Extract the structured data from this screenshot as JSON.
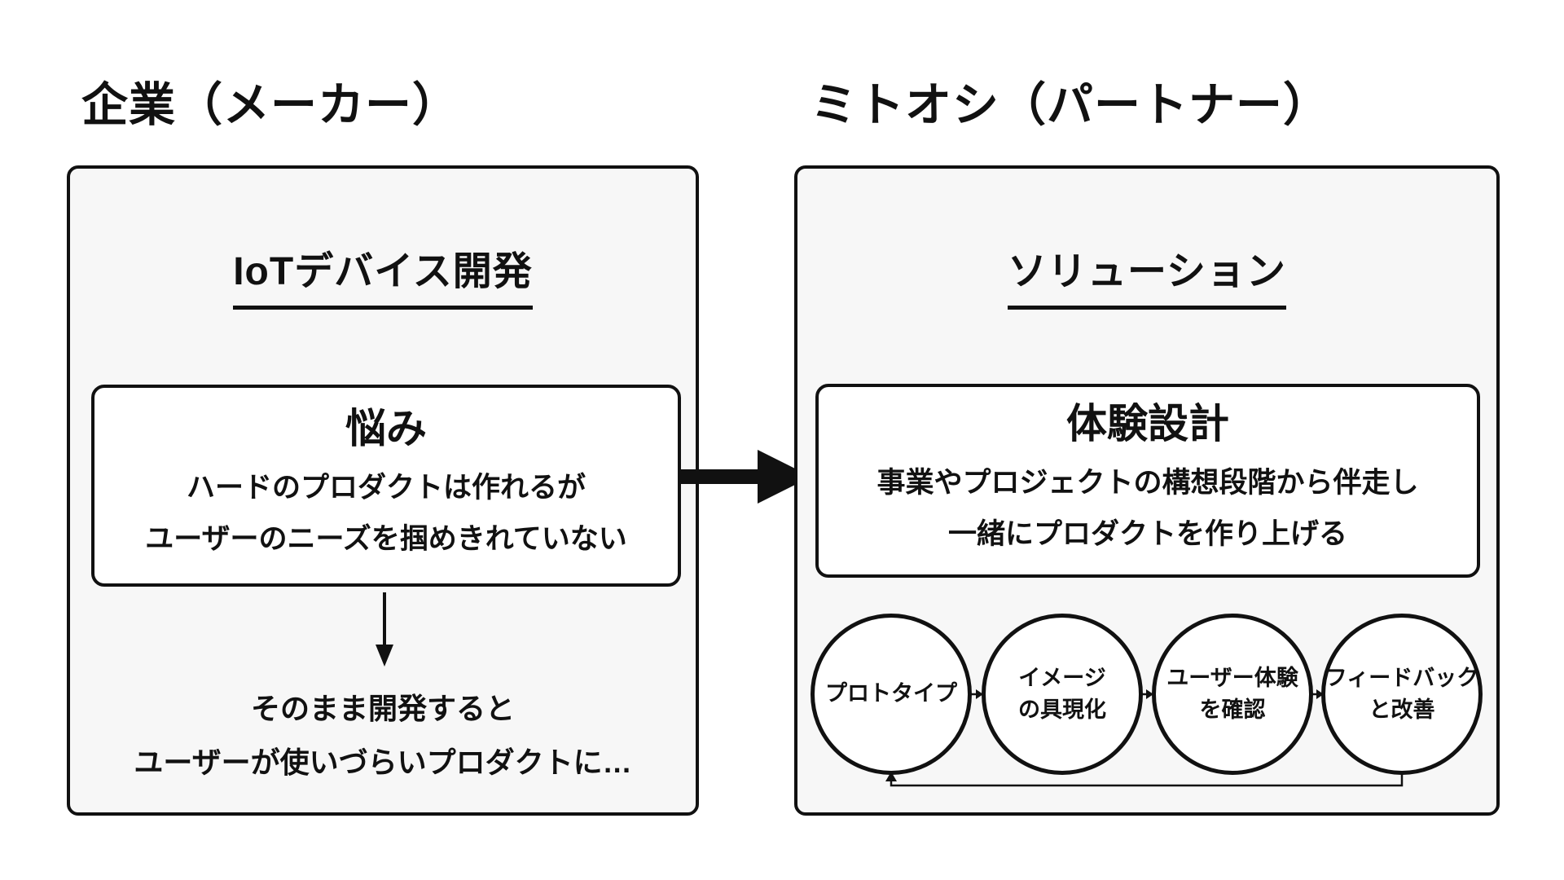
{
  "colors": {
    "ink": "#111111",
    "panel_bg": "#f7f7f7",
    "card_bg": "#ffffff",
    "page_bg": "#ffffff"
  },
  "left": {
    "header": "企業（メーカー）",
    "title": "IoTデバイス開発",
    "card": {
      "title": "悩み",
      "lines": [
        "ハードのプロダクトは作れるが",
        "ユーザーのニーズを掴めきれていない"
      ]
    },
    "consequence": {
      "lines": [
        "そのまま開発すると",
        "ユーザーが使いづらいプロダクトに…"
      ]
    }
  },
  "right": {
    "header": "ミトオシ（パートナー）",
    "title": "ソリューション",
    "card": {
      "title": "体験設計",
      "lines": [
        "事業やプロジェクトの構想段階から伴走し",
        "一緒にプロダクトを作り上げる"
      ]
    },
    "steps": [
      {
        "lines": [
          "プロトタイプ"
        ]
      },
      {
        "lines": [
          "イメージ",
          "の具現化"
        ]
      },
      {
        "lines": [
          "ユーザー体験",
          "を確認"
        ]
      },
      {
        "lines": [
          "フィードバック",
          "と改善"
        ]
      }
    ]
  }
}
